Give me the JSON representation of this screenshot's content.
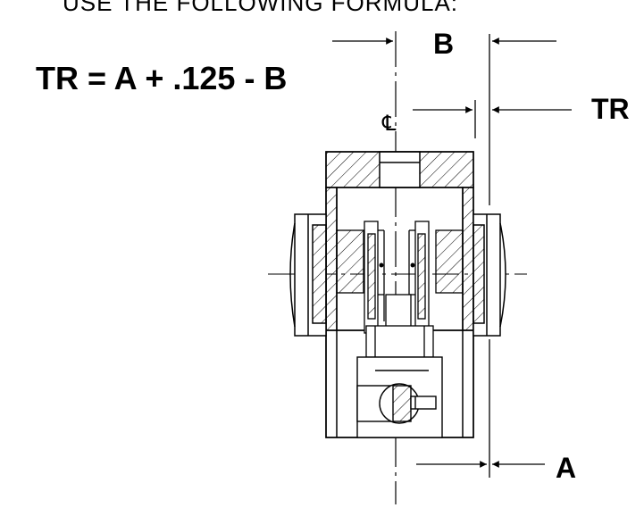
{
  "header": {
    "text": "USE THE FOLLOWING FORMULA:"
  },
  "formula": {
    "text": "TR = A + .125 - B"
  },
  "dimensions": {
    "b_label": "B",
    "tr_label": "TR",
    "a_label": "A"
  },
  "centerline": {
    "symbol": "℄"
  }
}
